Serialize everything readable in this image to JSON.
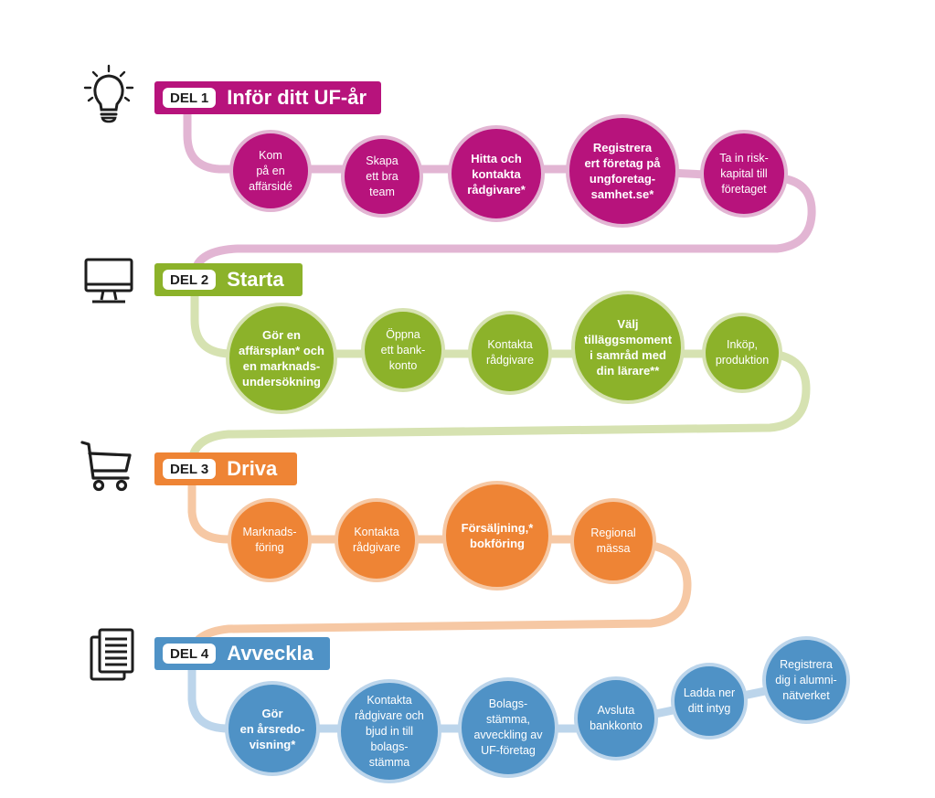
{
  "colors": {
    "magenta": "#b7137c",
    "magenta_light": "#e2b5d3",
    "green": "#8cb22a",
    "green_light": "#d6e2b1",
    "orange": "#ee8435",
    "orange_light": "#f6c8a4",
    "blue": "#4f92c6",
    "blue_light": "#bcd5eb"
  },
  "sections": [
    {
      "tag": "DEL 1",
      "title": "Inför ditt UF-år",
      "icon": "lightbulb-icon",
      "steps": [
        {
          "label": "Kom\npå en\naffärsidé",
          "bold": false
        },
        {
          "label": "Skapa\nett bra\nteam",
          "bold": false
        },
        {
          "label": "Hitta och\nkontakta\nrådgivare*",
          "bold": true
        },
        {
          "label": "Registrera\nert företag på\nungforetag-\nsamhet.se*",
          "bold": true
        },
        {
          "label": "Ta in risk-\nkapital till\nföretaget",
          "bold": false
        }
      ]
    },
    {
      "tag": "DEL 2",
      "title": "Starta",
      "icon": "computer-monitor-icon",
      "steps": [
        {
          "label": "Gör en\naffärsplan* och\nen marknads-\nundersökning",
          "bold": true
        },
        {
          "label": "Öppna\nett bank-\nkonto",
          "bold": false
        },
        {
          "label": "Kontakta\nrådgivare",
          "bold": false
        },
        {
          "label": "Välj\ntilläggsmoment\ni samråd med\ndin lärare**",
          "bold": true
        },
        {
          "label": "Inköp,\nproduktion",
          "bold": false
        }
      ]
    },
    {
      "tag": "DEL 3",
      "title": "Driva",
      "icon": "shopping-cart-icon",
      "steps": [
        {
          "label": "Marknads-\nföring",
          "bold": false
        },
        {
          "label": "Kontakta\nrådgivare",
          "bold": false
        },
        {
          "label": "Försäljning,*\nbokföring",
          "bold": true
        },
        {
          "label": "Regional\nmässa",
          "bold": false
        }
      ]
    },
    {
      "tag": "DEL 4",
      "title": "Avveckla",
      "icon": "documents-icon",
      "steps": [
        {
          "label": "Gör\nen årsredo-\nvisning*",
          "bold": true
        },
        {
          "label": "Kontakta\nrådgivare och\nbjud in till\nbolags-\nstämma",
          "bold": false
        },
        {
          "label": "Bolags-\nstämma,\navveckling av\nUF-företag",
          "bold": false
        },
        {
          "label": "Avsluta\nbankkonto",
          "bold": false
        },
        {
          "label": "Ladda ner\nditt intyg",
          "bold": false
        },
        {
          "label": "Registrera\ndig i alumni-\nnätverket",
          "bold": false
        }
      ]
    }
  ]
}
